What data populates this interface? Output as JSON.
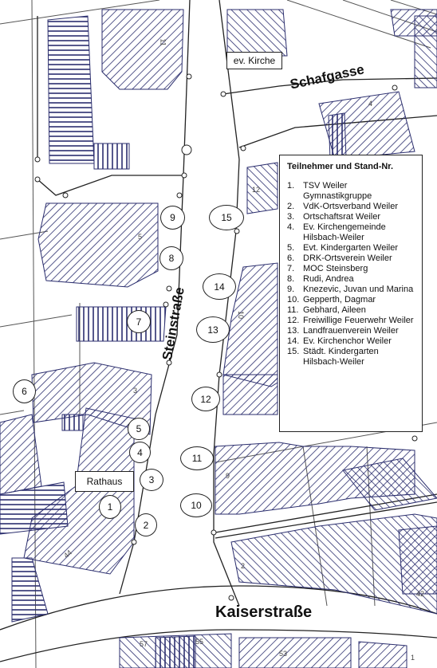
{
  "streets": {
    "schafgasse": "Schafgasse",
    "steinstrasse": "Steinstraße",
    "kaiserstrasse": "Kaiserstraße"
  },
  "labels": {
    "church": "ev. Kirche",
    "townhall": "Rathaus"
  },
  "house_numbers": {
    "n11": "11",
    "n57": "57",
    "n55": "55",
    "n53": "53",
    "n42": "42",
    "n44": "44",
    "n4": "4",
    "n9": "9",
    "n10": "10",
    "n3": "3",
    "n5": "5",
    "n2": "2",
    "n1": "1",
    "n12": "12"
  },
  "legend": {
    "title": "Teilnehmer und Stand-Nr.",
    "items": [
      {
        "num": "1.",
        "text": "TSV Weiler Gymnastikgruppe"
      },
      {
        "num": "2.",
        "text": "VdK-Ortsverband Weiler"
      },
      {
        "num": "3.",
        "text": "Ortschaftsrat Weiler"
      },
      {
        "num": "4.",
        "text": "Ev. Kirchengemeinde Hilsbach-Weiler"
      },
      {
        "num": "5.",
        "text": "Evt. Kindergarten Weiler"
      },
      {
        "num": "6.",
        "text": "DRK-Ortsverein Weiler"
      },
      {
        "num": "7.",
        "text": "MOC Steinsberg"
      },
      {
        "num": "8.",
        "text": "Rudi, Andrea"
      },
      {
        "num": "9.",
        "text": "Knezevic, Juvan und Marina"
      },
      {
        "num": "10.",
        "text": "Gepperth, Dagmar"
      },
      {
        "num": "11.",
        "text": "Gebhard, Aileen"
      },
      {
        "num": "12.",
        "text": "Freiwillige Feuerwehr Weiler"
      },
      {
        "num": "13.",
        "text": "Landfrauenverein Weiler"
      },
      {
        "num": "14.",
        "text": "Ev. Kirchenchor Weiler"
      },
      {
        "num": "15.",
        "text": "Städt. Kindergarten Hilsbach-Weiler"
      }
    ]
  },
  "markers": [
    "1",
    "2",
    "3",
    "4",
    "5",
    "6",
    "7",
    "8",
    "9",
    "10",
    "11",
    "12",
    "13",
    "14",
    "15"
  ],
  "colors": {
    "hatch": "#2b2e6e",
    "lines": "#333333",
    "background": "#ffffff"
  }
}
